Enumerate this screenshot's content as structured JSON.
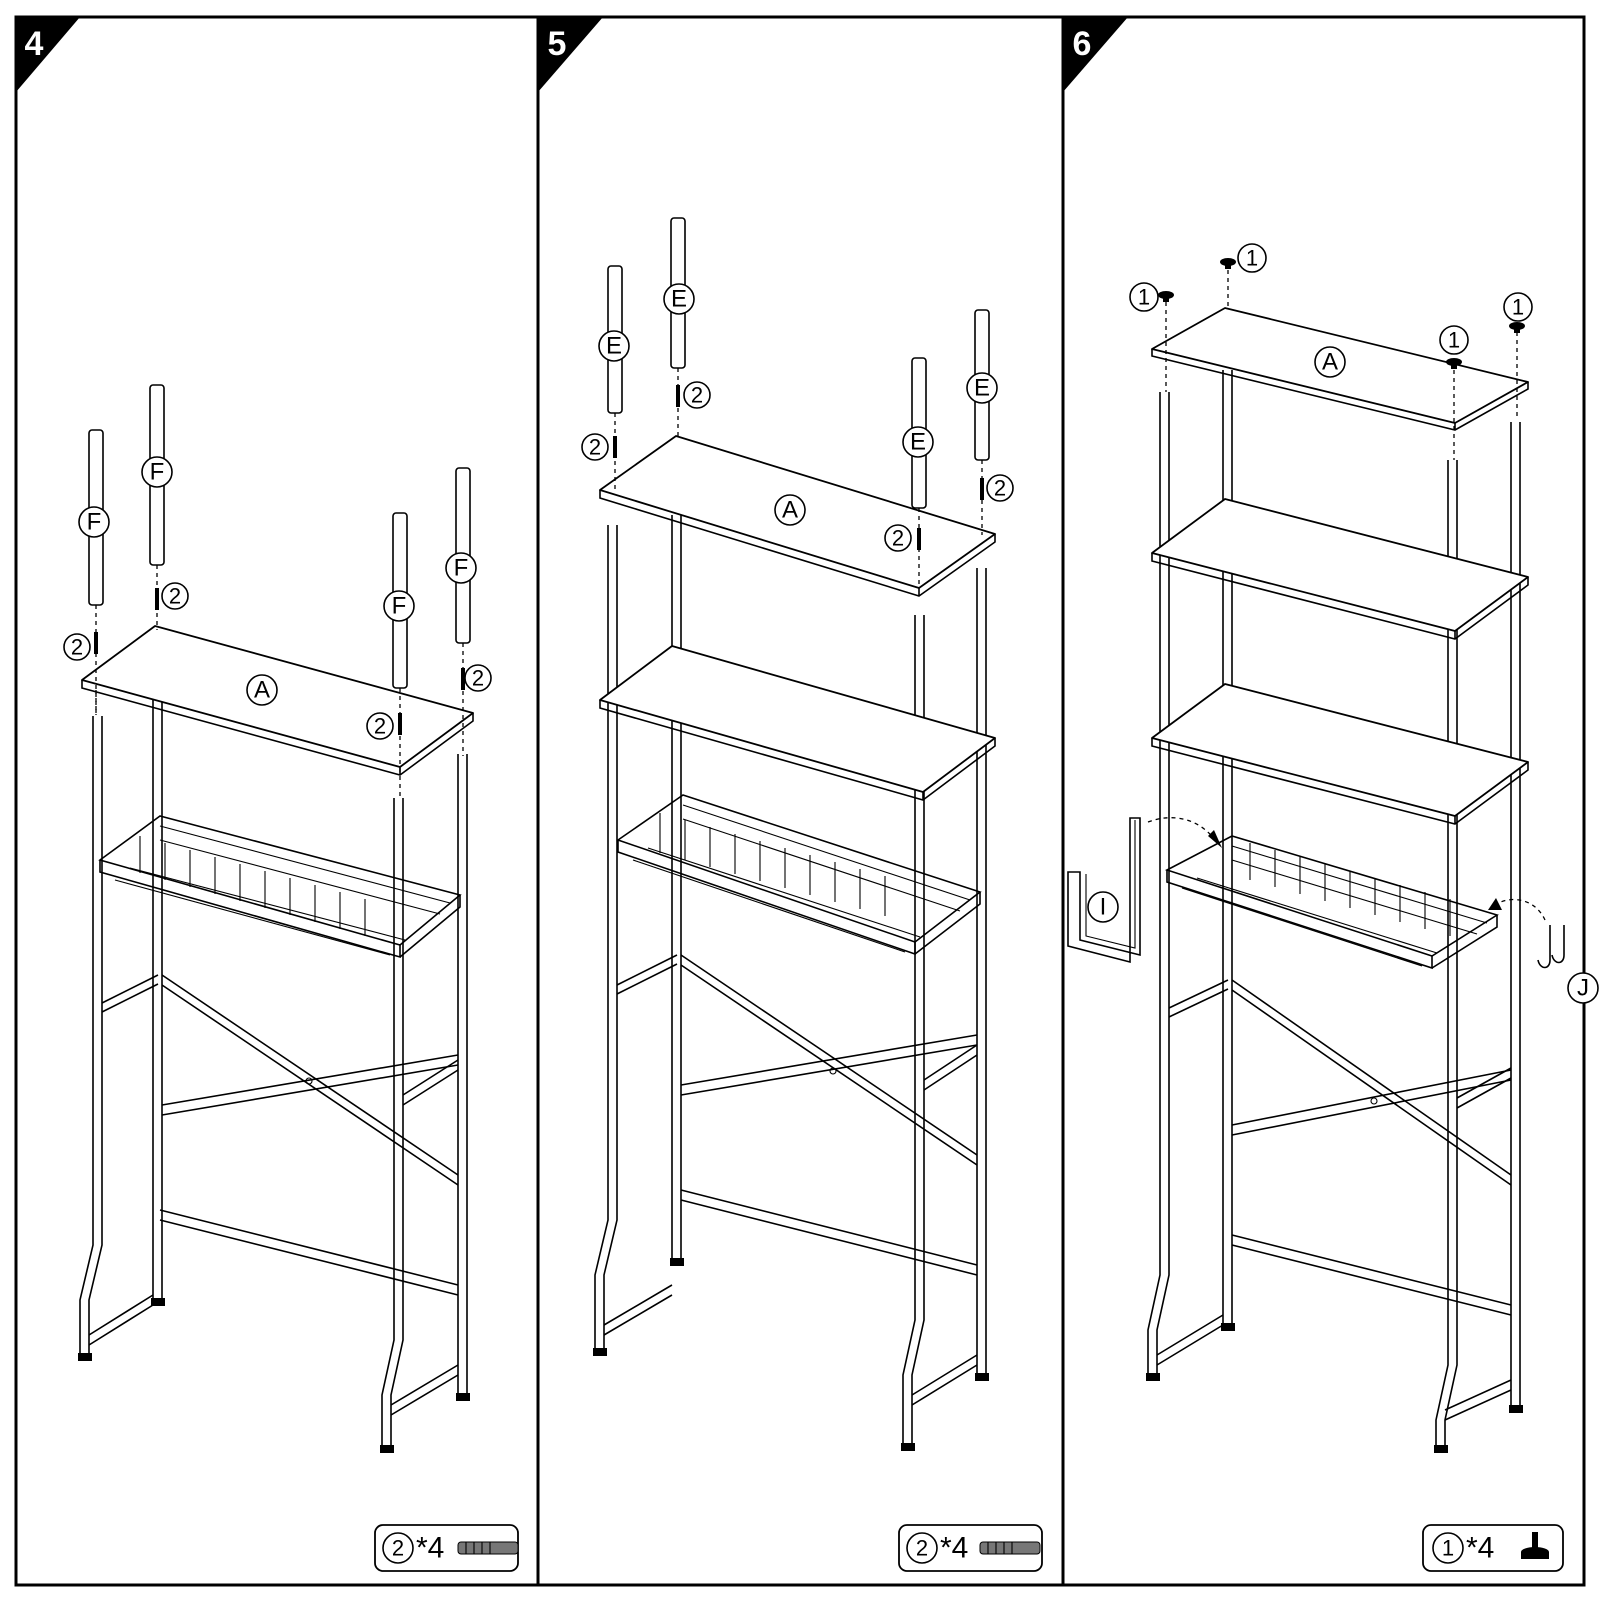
{
  "panels": [
    {
      "step": "4",
      "part_labels": [
        "F",
        "F",
        "F",
        "F"
      ],
      "shelf_label": "A",
      "screw_callouts": [
        "2",
        "2",
        "2",
        "2"
      ],
      "quantity": {
        "part_number": "2",
        "count_text": "*4",
        "part_icon": "screw-icon"
      }
    },
    {
      "step": "5",
      "part_labels": [
        "E",
        "E",
        "E",
        "E"
      ],
      "shelf_label": "A",
      "screw_callouts": [
        "2",
        "2",
        "2",
        "2"
      ],
      "quantity": {
        "part_number": "2",
        "count_text": "*4",
        "part_icon": "screw-icon"
      }
    },
    {
      "step": "6",
      "shelf_label": "A",
      "cap_callouts": [
        "1",
        "1",
        "1",
        "1"
      ],
      "side_parts": [
        "I",
        "J"
      ],
      "quantity": {
        "part_number": "1",
        "count_text": "*4",
        "part_icon": "leveling-foot-icon"
      }
    }
  ],
  "colors": {
    "line": "#000000",
    "background": "#ffffff",
    "tab": "#000000"
  }
}
